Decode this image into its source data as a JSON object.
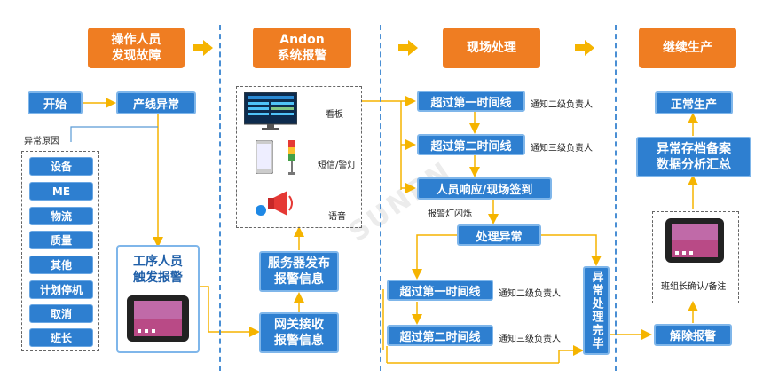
{
  "stages": [
    "操作人员\n发现故障",
    "Andon\n系统报警",
    "现场处理",
    "继续生产"
  ],
  "col1": {
    "start": "开始",
    "line_abnormal": "产线异常",
    "cause_label": "异常原因",
    "causes": [
      "设备",
      "ME",
      "物流",
      "质量",
      "其他",
      "计划停机",
      "取消",
      "班长"
    ],
    "trigger": "工序人员\n触发报警"
  },
  "col2": {
    "devices": [
      "看板",
      "短信/警灯",
      "语音"
    ],
    "server": "服务器发布\n报警信息",
    "gateway": "网关接收\n报警信息"
  },
  "col3": {
    "exceed1": "超过第一时间线",
    "notify2": "通知二级负责人",
    "exceed2": "超过第二时间线",
    "notify3": "通知三级负责人",
    "respond": "人员响应/现场签到",
    "flash": "报警灯闪烁",
    "handle": "处理异常",
    "exceed1b": "超过第一时间线",
    "notify2b": "通知二级负责人",
    "exceed2b": "超过第二时间线",
    "notify3b": "通知三级负责人",
    "done": "异常处理完毕"
  },
  "col4": {
    "normal": "正常生产",
    "archive": "异常存档备案\n数据分析汇总",
    "confirm": "班组长确认/备注",
    "release": "解除报警"
  },
  "watermark": "SUNPN",
  "colors": {
    "orange": "#ef7d22",
    "blue": "#2e7fd0",
    "arrow": "#f5b400"
  }
}
